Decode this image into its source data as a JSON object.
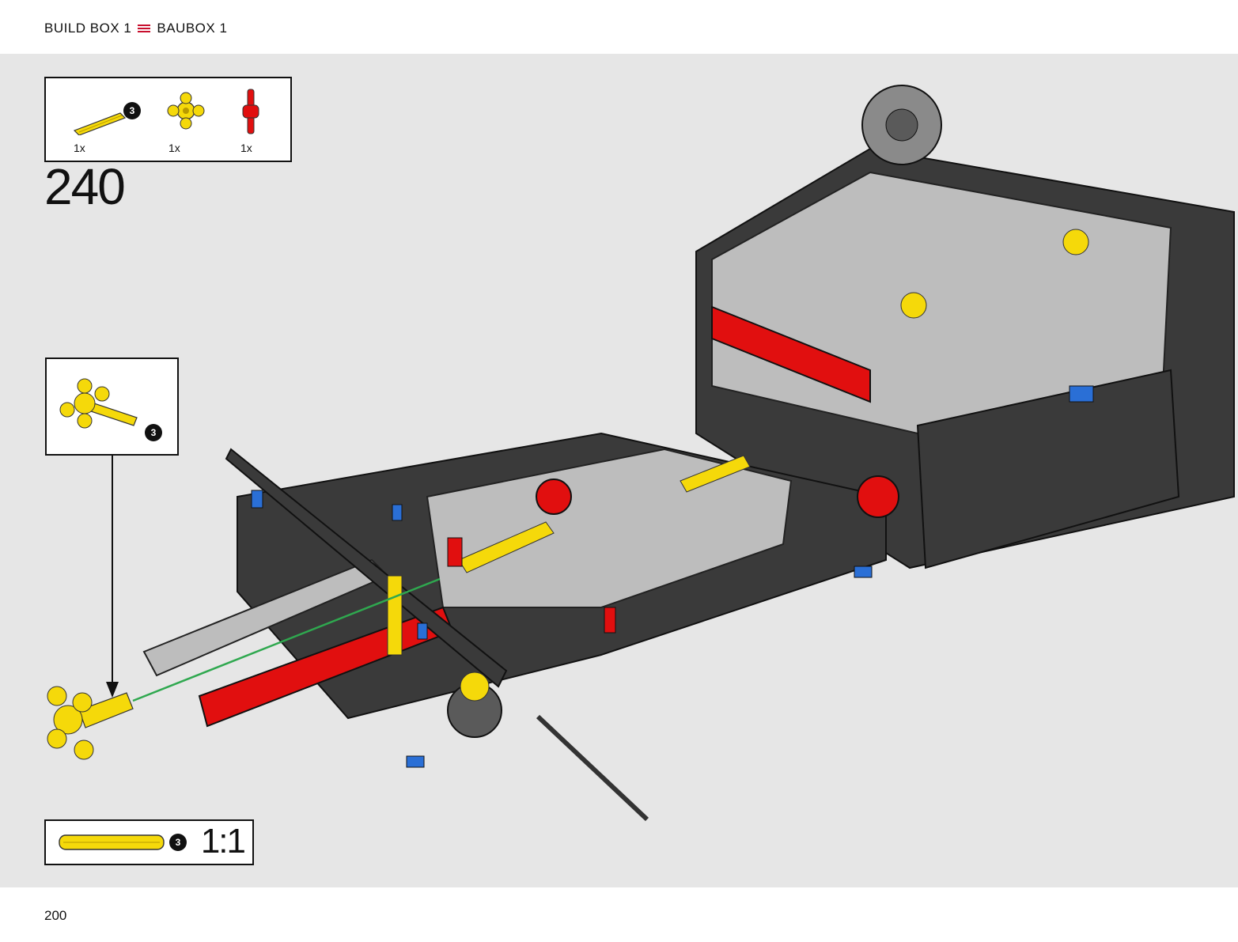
{
  "header": {
    "left_label": "BUILD BOX 1",
    "right_label": "BAUBOX 1"
  },
  "parts_list": [
    {
      "name": "yellow axle",
      "qty": "1x",
      "badge": "3"
    },
    {
      "name": "yellow cross connector",
      "qty": "1x"
    },
    {
      "name": "red axle connector",
      "qty": "1x"
    }
  ],
  "step": {
    "number": "240"
  },
  "sub_assembly": {
    "badge": "3"
  },
  "scale_reference": {
    "badge": "3",
    "label": "1:1"
  },
  "footer": {
    "page_number": "200"
  },
  "colors": {
    "accent": "#c8102e",
    "background": "#e6e6e6",
    "yellow": "#f5d90a",
    "red": "#e10f0f",
    "dark_gray": "#3a3a3a",
    "light_gray": "#bdbdbd",
    "blue": "#2a6fd6",
    "green_arrow": "#2fa84f"
  }
}
